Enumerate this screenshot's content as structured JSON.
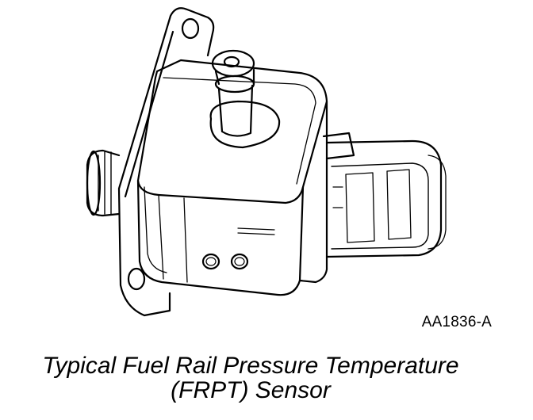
{
  "figure": {
    "part_code": "AA1836-A",
    "caption_line1": "Typical Fuel Rail Pressure Temperature",
    "caption_line2": "(FRPT) Sensor"
  }
}
